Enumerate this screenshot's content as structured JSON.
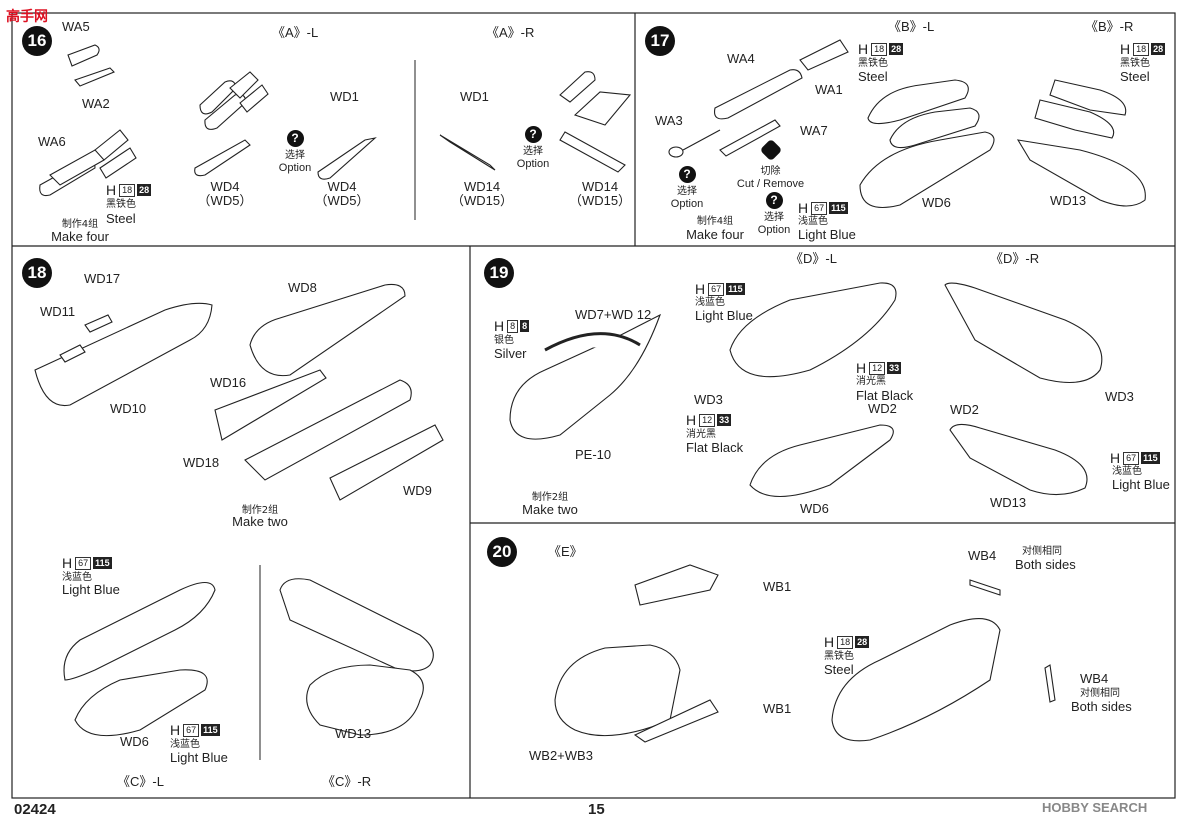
{
  "brand": {
    "site_logo": "高手网"
  },
  "common": {
    "option_cn": "选择",
    "option_en": "Option"
  },
  "step16": {
    "number": "16",
    "variant_l": "《A》-L",
    "variant_r": "《A》-R",
    "labels": {
      "wa5": "WA5",
      "wa2": "WA2",
      "wa6": "WA6",
      "wd1": "WD1",
      "wd4": "WD4",
      "wd5": "（WD5）",
      "wd14": "WD14",
      "wd15": "（WD15）"
    },
    "paint": {
      "prefix": "H",
      "code1": "18",
      "code2": "28",
      "name_cn": "黑铁色",
      "name_en": "Steel"
    },
    "make_cn": "制作4组",
    "make_en": "Make four"
  },
  "step17": {
    "number": "17",
    "variant_l": "《B》-L",
    "variant_r": "《B》-R",
    "labels": {
      "wa4": "WA4",
      "wa1": "WA1",
      "wa3": "WA3",
      "wa7": "WA7",
      "wd6": "WD6",
      "wd13": "WD13"
    },
    "cut_cn": "切除",
    "cut_en": "Cut / Remove",
    "make_cn": "制作4组",
    "make_en": "Make four",
    "paint_lb": {
      "prefix": "H",
      "code1": "67",
      "code2": "115",
      "name_cn": "浅蓝色",
      "name_en": "Light Blue"
    },
    "paint_steel": {
      "prefix": "H",
      "code1": "18",
      "code2": "28",
      "name_cn": "黑铁色",
      "name_en": "Steel"
    }
  },
  "step18": {
    "number": "18",
    "variant_l": "《C》-L",
    "variant_r": "《C》-R",
    "labels": {
      "wd17": "WD17",
      "wd11": "WD11",
      "wd10": "WD10",
      "wd8": "WD8",
      "wd16": "WD16",
      "wd18": "WD18",
      "wd9": "WD9",
      "wd6": "WD6",
      "wd13": "WD13"
    },
    "make_cn": "制作2组",
    "make_en": "Make two",
    "paint": {
      "prefix": "H",
      "code1": "67",
      "code2": "115",
      "name_cn": "浅蓝色",
      "name_en": "Light Blue"
    }
  },
  "step19": {
    "number": "19",
    "variant_l": "《D》-L",
    "variant_r": "《D》-R",
    "labels": {
      "wd7_12": "WD7+WD 12",
      "pe10": "PE-10",
      "wd3": "WD3",
      "wd2": "WD2",
      "wd6": "WD6",
      "wd13": "WD13"
    },
    "make_cn": "制作2组",
    "make_en": "Make two",
    "paint_silver": {
      "prefix": "H",
      "code1": "8",
      "code2": "8",
      "name_cn": "银色",
      "name_en": "Silver"
    },
    "paint_lb": {
      "prefix": "H",
      "code1": "67",
      "code2": "115",
      "name_cn": "浅蓝色",
      "name_en": "Light Blue"
    },
    "paint_fb": {
      "prefix": "H",
      "code1": "12",
      "code2": "33",
      "name_cn": "消光黑",
      "name_en": "Flat Black"
    }
  },
  "step20": {
    "number": "20",
    "variant": "《E》",
    "labels": {
      "wb1": "WB1",
      "wb2_3": "WB2+WB3",
      "wb4": "WB4"
    },
    "both_cn": "对侧相同",
    "both_en": "Both sides",
    "paint": {
      "prefix": "H",
      "code1": "18",
      "code2": "28",
      "name_cn": "黑铁色",
      "name_en": "Steel"
    }
  },
  "footer": {
    "product_code": "02424",
    "page_number": "15",
    "watermark": "HOBBY SEARCH"
  }
}
